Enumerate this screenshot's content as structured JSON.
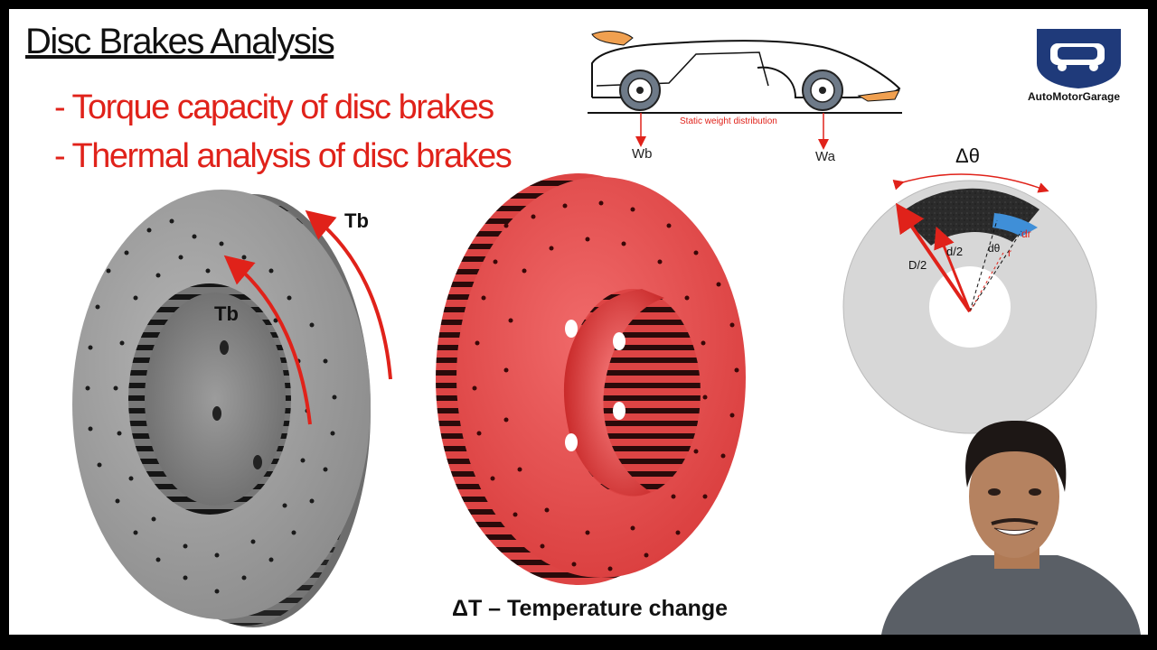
{
  "title": "Disc Brakes Analysis",
  "bullets": [
    "- Torque capacity of disc brakes",
    "- Thermal analysis of disc brakes"
  ],
  "car_diagram": {
    "caption": "Static weight distribution",
    "rear_load": "Wb",
    "front_load": "Wa"
  },
  "gray_disc": {
    "torque_label_inner": "Tb",
    "torque_label_outer": "Tb"
  },
  "red_disc": {
    "caption": "ΔT – Temperature change"
  },
  "pad_diagram": {
    "angle_label": "Δθ",
    "outer_radius_label": "D/2",
    "inner_radius_label": "d/2",
    "element_angle_label": "dθ",
    "element_width_label": "dr",
    "element_radius_label": "r"
  },
  "logo": {
    "text": "AutoMotorGarage",
    "icon": "car-shield-icon"
  },
  "presenter": {
    "icon": "presenter-photo"
  },
  "colors": {
    "accent_red": "#e0221a",
    "background": "#ffffff",
    "frame": "#000000",
    "disc_gray": "#9a9a9a",
    "disc_red": "#e84848",
    "pad_dark": "#2b2b2b",
    "pad_element_blue": "#3f8fd8"
  }
}
